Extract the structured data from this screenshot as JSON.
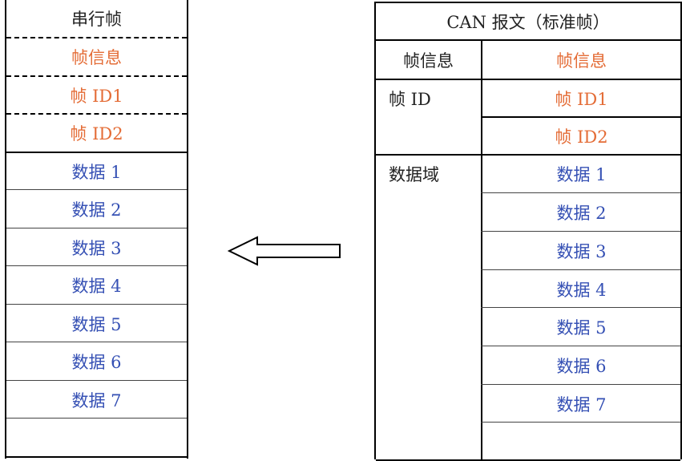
{
  "serial_frame": {
    "title": "串行帧",
    "rows": [
      "帧信息",
      "帧 ID1",
      "帧 ID2",
      "数据 1",
      "数据 2",
      "数据 3",
      "数据 4",
      "数据 5",
      "数据 6",
      "数据 7",
      ""
    ]
  },
  "can_frame": {
    "title": "CAN 报文（标准帧）",
    "groups": {
      "info": "帧信息",
      "id": "帧 ID",
      "data": "数据域"
    },
    "rows": [
      "帧信息",
      "帧 ID1",
      "帧 ID2",
      "数据 1",
      "数据 2",
      "数据 3",
      "数据 4",
      "数据 5",
      "数据 6",
      "数据 7",
      ""
    ]
  },
  "colors": {
    "header": "#e46c36",
    "data": "#3550b4",
    "text": "#222222"
  }
}
